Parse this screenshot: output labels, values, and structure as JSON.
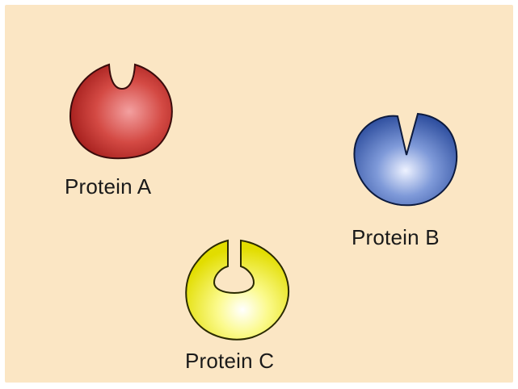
{
  "proteins": {
    "a": {
      "label": "Protein A",
      "color": "#c8302b",
      "highlight": "#f3a0a0",
      "notch": "round-u"
    },
    "b": {
      "label": "Protein B",
      "color": "#3e63b5",
      "highlight": "#eef2ff",
      "notch": "v-shape"
    },
    "c": {
      "label": "Protein C",
      "color": "#e6e200",
      "highlight": "#ffffff",
      "notch": "keyhole"
    }
  },
  "background_color": "#fbe6c4"
}
